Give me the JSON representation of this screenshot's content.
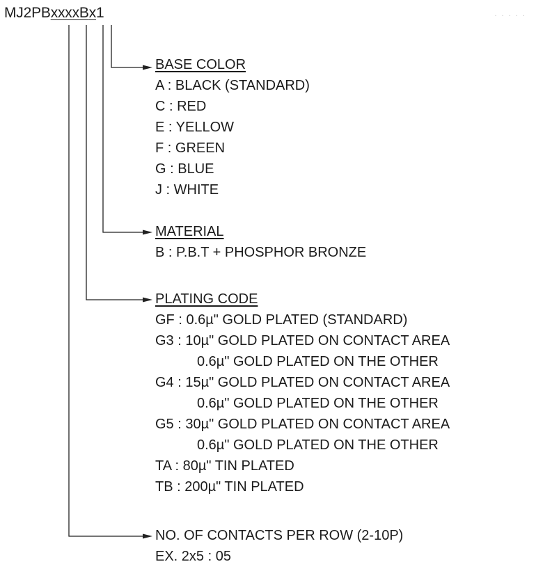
{
  "part_code": {
    "prefix": "MJ2PB",
    "contacts_field": "xxxx",
    "material_field": "B",
    "color_field": "x",
    "suffix": "1",
    "trailing_marks": ". . . . ."
  },
  "sections": {
    "base_color": {
      "heading": "BASE COLOR",
      "lines": [
        "A : BLACK (STANDARD)",
        "C : RED",
        "E : YELLOW",
        "F : GREEN",
        "G : BLUE",
        "J : WHITE"
      ]
    },
    "material": {
      "heading": "MATERIAL",
      "lines": [
        "B : P.B.T + PHOSPHOR BRONZE"
      ]
    },
    "plating_code": {
      "heading": "PLATING CODE",
      "lines": [
        "GF : 0.6µ\" GOLD PLATED (STANDARD)",
        "G3 : 10µ\" GOLD PLATED ON CONTACT AREA",
        "0.6µ\" GOLD PLATED ON THE OTHER",
        "G4 : 15µ\" GOLD PLATED ON CONTACT AREA",
        "0.6µ\" GOLD PLATED ON THE OTHER",
        "G5 : 30µ\" GOLD PLATED ON CONTACT AREA",
        "0.6µ\" GOLD PLATED ON THE OTHER",
        "TA : 80µ\" TIN PLATED",
        "TB : 200µ\" TIN PLATED"
      ]
    },
    "contacts": {
      "heading": "NO. OF CONTACTS PER ROW (2-10P)",
      "lines": [
        "EX. 2x5 : 05"
      ]
    }
  }
}
